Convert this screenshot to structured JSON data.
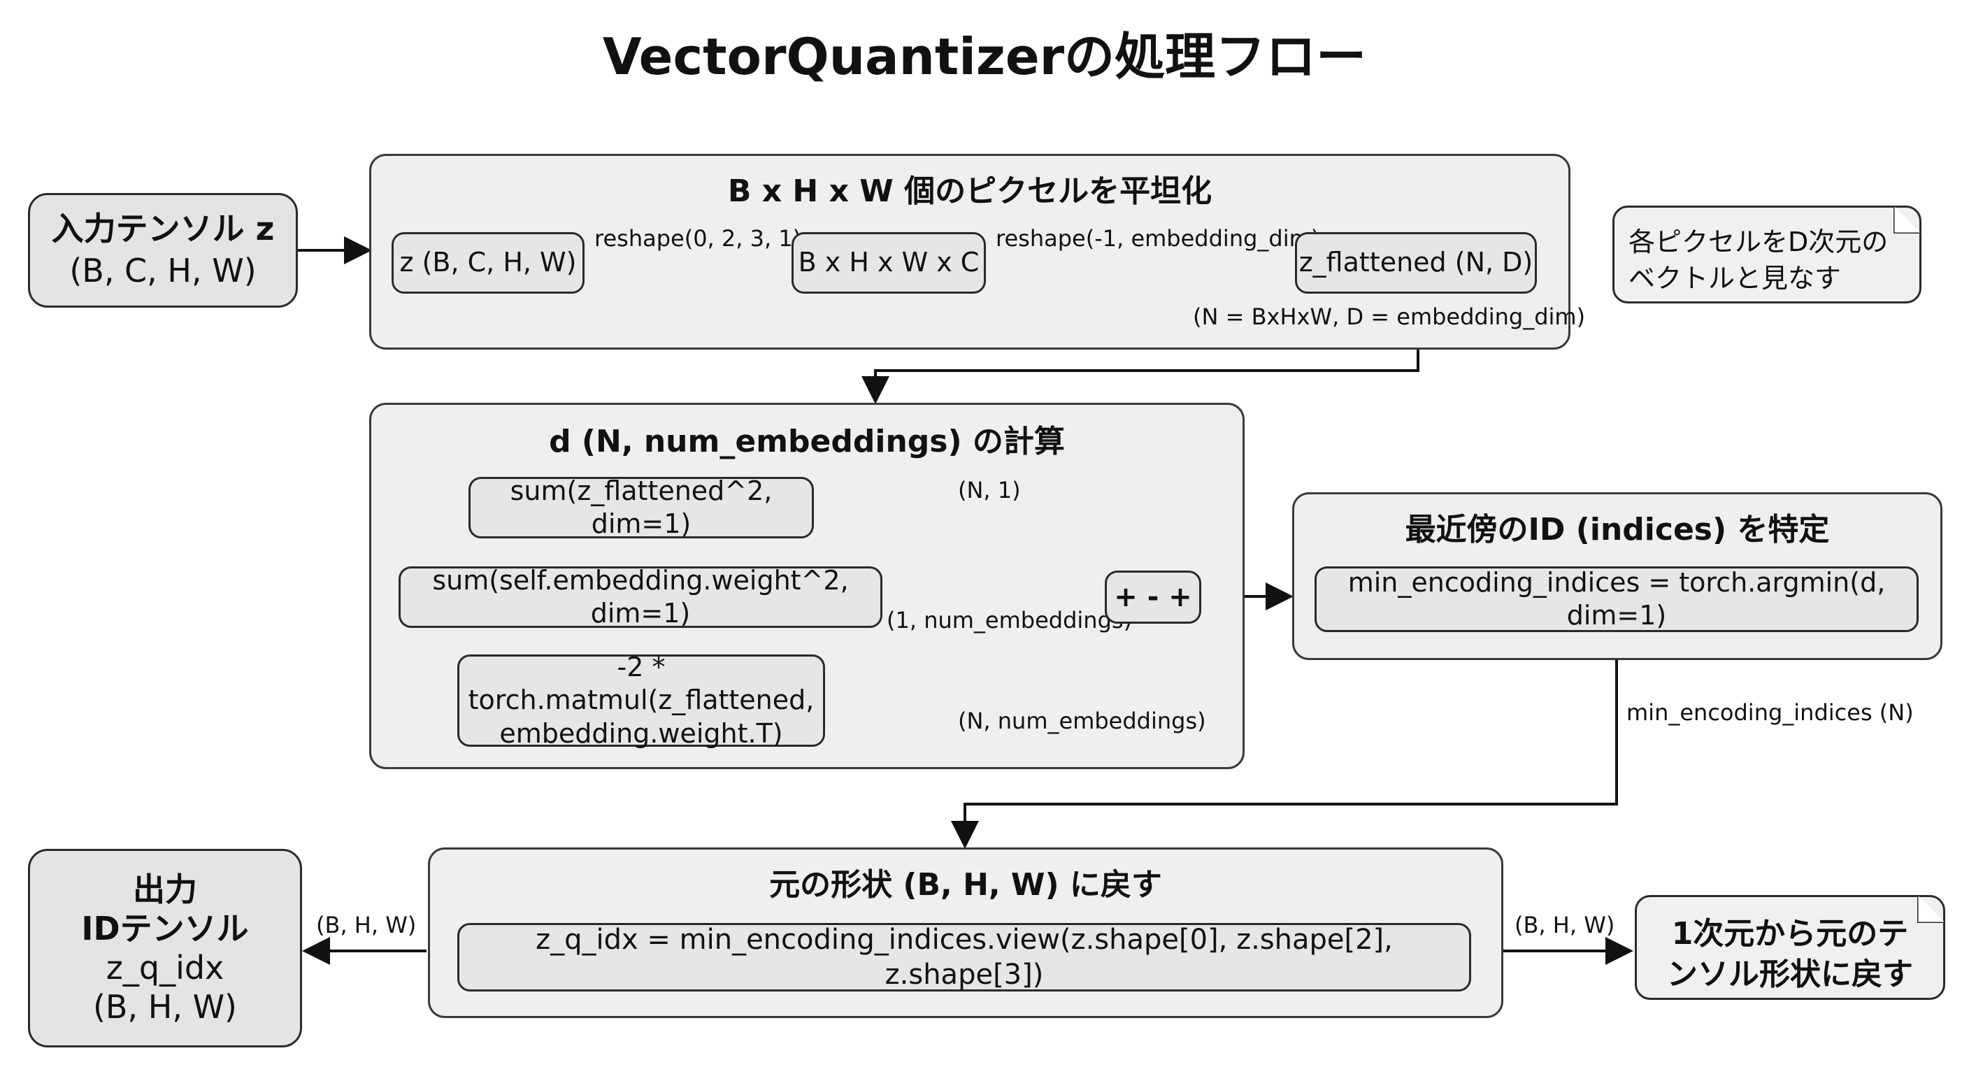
{
  "title": "VectorQuantizerの処理フロー",
  "input": {
    "line1": "入力テンソル z",
    "line2": "(B, C, H, W)"
  },
  "flatten_group": {
    "title": "B x H x W 個のピクセルを平坦化",
    "node_z": "z (B, C, H, W)",
    "arrow1_label": "reshape(0, 2, 3, 1)",
    "node_bhwc": "B x H x W x C",
    "arrow2_label": "reshape(-1, embedding_dim)",
    "node_flat": "z_flattened (N, D)",
    "footnote": "(N = BxHxW, D = embedding_dim)"
  },
  "note_pixel": {
    "line1": "各ピクセルをD次元の",
    "line2": "ベクトルと見なす"
  },
  "distance_group": {
    "title": "d (N, num_embeddings) の計算",
    "term1": "sum(z_flattened^2, dim=1)",
    "term1_shape": "(N, 1)",
    "term2": "sum(self.embedding.weight^2, dim=1)",
    "term2_shape": "(1, num_embeddings)",
    "term3_line1": "-2 * torch.matmul(z_flattened,",
    "term3_line2": "embedding.weight.T)",
    "term3_shape": "(N, num_embeddings)",
    "op": "+ - +"
  },
  "argmin_group": {
    "title": "最近傍のID (indices) を特定",
    "code": "min_encoding_indices = torch.argmin(d, dim=1)",
    "out_label": "min_encoding_indices (N)"
  },
  "reshape_group": {
    "title": "元の形状 (B, H, W) に戻す",
    "code": "z_q_idx = min_encoding_indices.view(z.shape[0], z.shape[2], z.shape[3])",
    "left_label": "(B, H, W)",
    "right_label": "(B, H, W)"
  },
  "output": {
    "line1": "出力",
    "line2": "IDテンソル",
    "line3": "z_q_idx",
    "line4": "(B, H, W)"
  },
  "note_restore": {
    "line1": "1次元から元のテ",
    "line2": "ンソル形状に戻す"
  }
}
